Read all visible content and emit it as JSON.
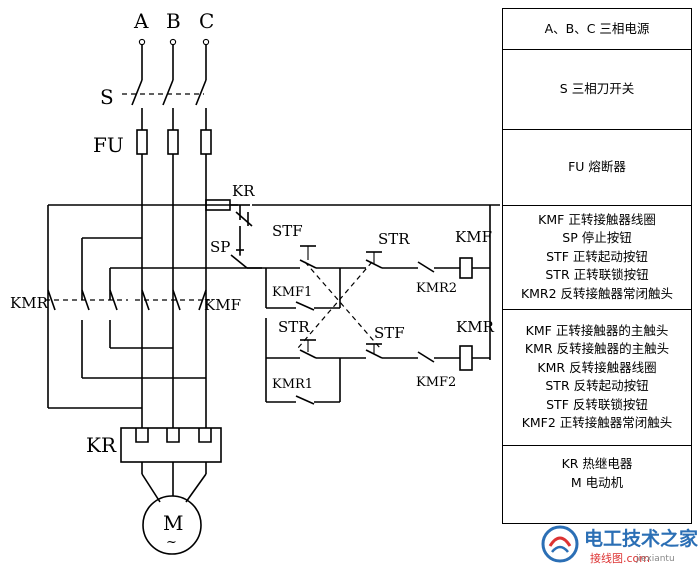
{
  "circuit": {
    "phase_a": "A",
    "phase_b": "B",
    "phase_c": "C",
    "switch_s": "S",
    "fuse_fu": "FU",
    "kr_contact": "KR",
    "sp": "SP",
    "stf_top": "STF",
    "str_top": "STR",
    "kmf_coil": "KMF",
    "kmf1": "KMF1",
    "kmr2": "KMR2",
    "str_bottom": "STR",
    "stf_bottom": "STF",
    "kmr_coil": "KMR",
    "kmr1": "KMR1",
    "kmf2": "KMF2",
    "kmr_main": "KMR",
    "kmf_main": "KMF",
    "kr_relay": "KR",
    "motor": "M"
  },
  "legend": {
    "sections": [
      {
        "lines": [
          "A、B、C 三相电源"
        ]
      },
      {
        "lines": [
          "S 三相刀开关"
        ]
      },
      {
        "lines": [
          "FU 熔断器"
        ]
      },
      {
        "lines": [
          "KMF 正转接触器线圈",
          "SP 停止按钮",
          "STF 正转起动按钮",
          "STR  正转联锁按钮",
          "KMR2 反转接触器常闭触头"
        ]
      },
      {
        "lines": [
          "KMF 正转接触器的主触头",
          "KMR 反转接触器的主触头",
          "KMR 反转接触器线圈",
          "STR 反转起动按钮",
          "STF 反转联锁按钮",
          "KMF2 正转接触器常闭触头"
        ]
      },
      {
        "lines": [
          "KR 热继电器",
          "M 电动机"
        ]
      }
    ]
  },
  "watermark": {
    "title": "电工技术之家",
    "subtitle": "接线图.com",
    "url": "jiexiantu"
  },
  "colors": {
    "line": "#000000",
    "watermark_blue": "#2b6fb5",
    "watermark_red": "#dd3333"
  }
}
